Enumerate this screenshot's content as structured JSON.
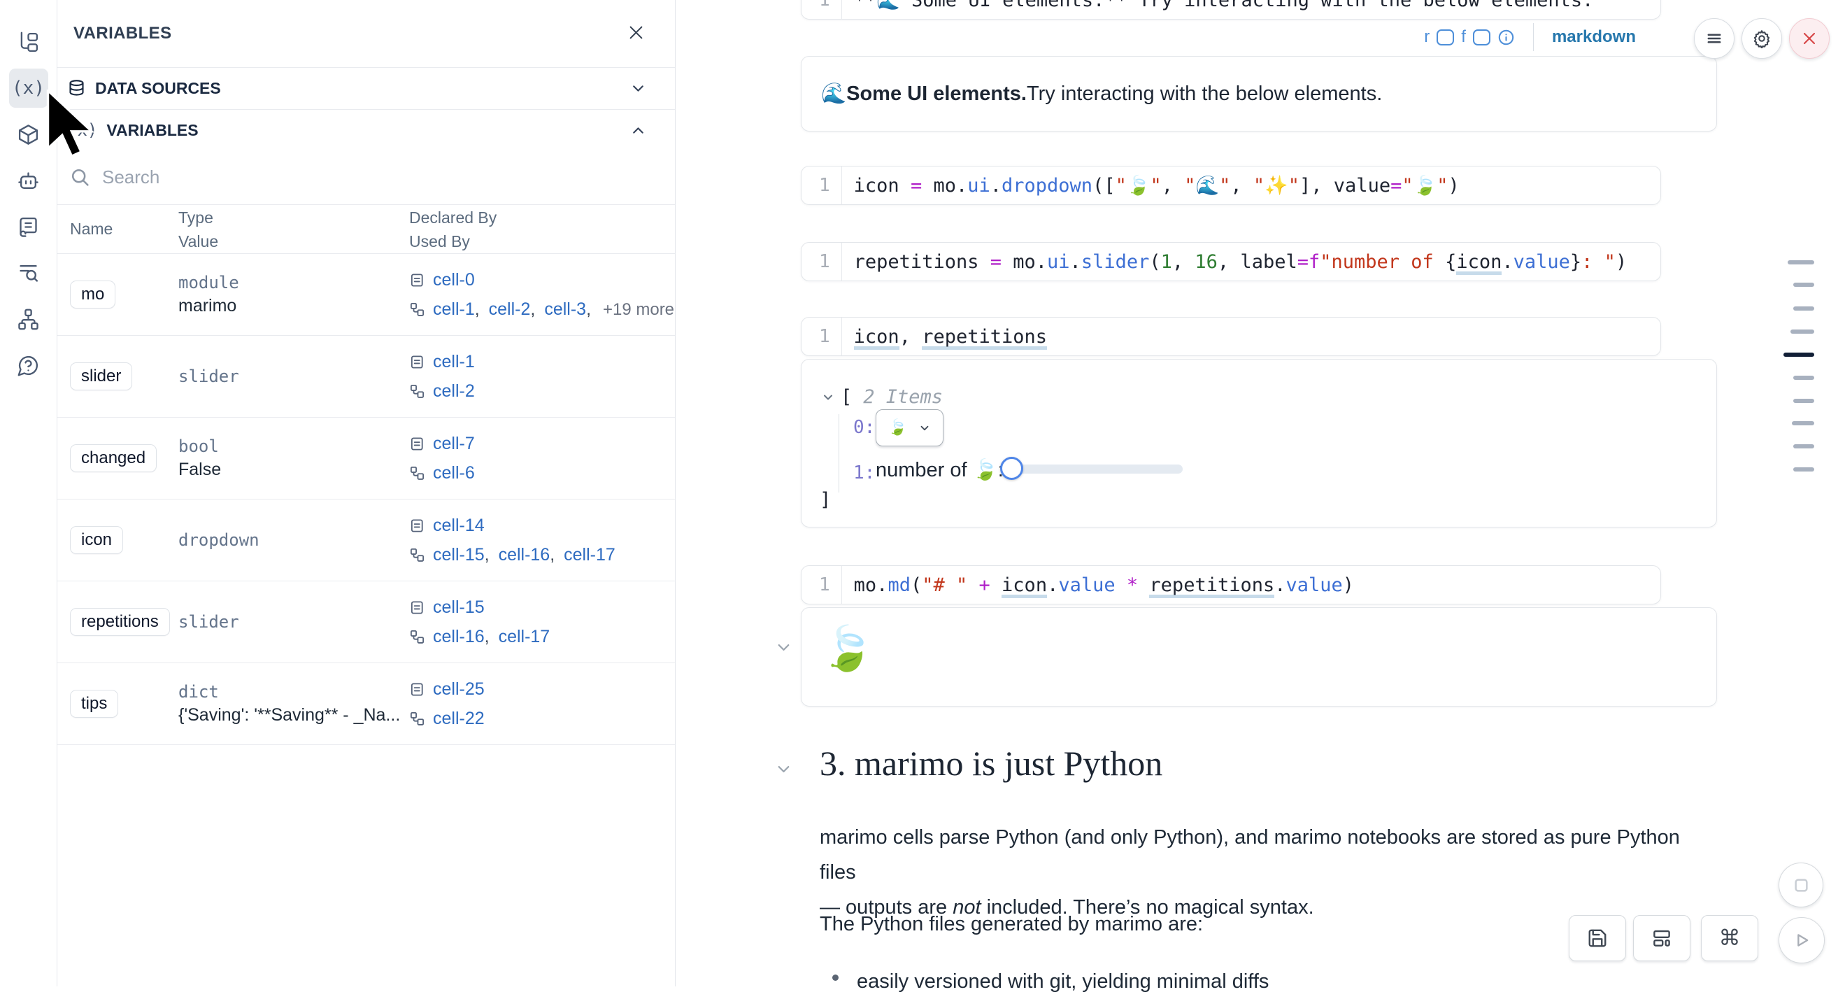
{
  "colors": {
    "link_blue": "#2e6bc0",
    "markdown_label_blue": "#2778ad",
    "accent_blue": "#4e8fd9",
    "danger_red": "#d64545",
    "code_operator": "#b01fc8",
    "code_function": "#3d6fd4",
    "code_string": "#c2371c",
    "code_number": "#2f7d32"
  },
  "sidebar": {
    "icons": [
      "file-tree",
      "variables",
      "package",
      "ai-chat",
      "snippets",
      "search-logs",
      "dependency-graph",
      "help"
    ],
    "active_icon": "variables",
    "variables_glyph": "(x)"
  },
  "panel": {
    "title": "VARIABLES",
    "sections": [
      {
        "label": "DATA SOURCES",
        "state": "collapsed"
      },
      {
        "label": "VARIABLES",
        "state": "expanded"
      }
    ],
    "search_placeholder": "Search",
    "table": {
      "headers": {
        "name": "Name",
        "type": "Type",
        "value": "Value",
        "declared": "Declared By",
        "used": "Used By"
      },
      "rows": [
        {
          "name": "mo",
          "type": "module",
          "value": "marimo",
          "declared": [
            "cell-0"
          ],
          "used": [
            "cell-1",
            "cell-2",
            "cell-3"
          ],
          "used_more": "+19 more"
        },
        {
          "name": "slider",
          "type": "slider",
          "value": "",
          "declared": [
            "cell-1"
          ],
          "used": [
            "cell-2"
          ]
        },
        {
          "name": "changed",
          "type": "bool",
          "value": "False",
          "declared": [
            "cell-7"
          ],
          "used": [
            "cell-6"
          ]
        },
        {
          "name": "icon",
          "type": "dropdown",
          "value": "",
          "declared": [
            "cell-14"
          ],
          "used": [
            "cell-15",
            "cell-16",
            "cell-17"
          ]
        },
        {
          "name": "repetitions",
          "type": "slider",
          "value": "",
          "declared": [
            "cell-15"
          ],
          "used": [
            "cell-16",
            "cell-17"
          ]
        },
        {
          "name": "tips",
          "type": "dict",
          "value": "{'Saving': '**Saving** - _Na...",
          "declared": [
            "cell-25"
          ],
          "used": [
            "cell-22"
          ]
        }
      ]
    }
  },
  "notebook": {
    "top_cell": {
      "line_no": "1",
      "tokens": [
        {
          "t": "**🌊 Some UI elements.** Try interacting with the below elements.",
          "c": "v"
        }
      ],
      "footer": {
        "r": "r",
        "f": "f",
        "language": "markdown"
      }
    },
    "markdown_output": {
      "emoji": "🌊 ",
      "bold": "Some UI elements.",
      "rest": " Try interacting with the below elements."
    },
    "code_cells": [
      {
        "line_no": "1",
        "tokens": [
          {
            "t": "icon ",
            "c": "v"
          },
          {
            "t": "=",
            "c": "op"
          },
          {
            "t": " mo.",
            "c": "v"
          },
          {
            "t": "ui",
            "c": "fn"
          },
          {
            "t": ".",
            "c": "v"
          },
          {
            "t": "dropdown",
            "c": "fn"
          },
          {
            "t": "([",
            "c": "v"
          },
          {
            "t": "\"🍃\"",
            "c": "str"
          },
          {
            "t": ", ",
            "c": "v"
          },
          {
            "t": "\"🌊\"",
            "c": "str"
          },
          {
            "t": ", ",
            "c": "v"
          },
          {
            "t": "\"✨\"",
            "c": "str"
          },
          {
            "t": "], value",
            "c": "v"
          },
          {
            "t": "=",
            "c": "op"
          },
          {
            "t": "\"🍃\"",
            "c": "str"
          },
          {
            "t": ")",
            "c": "v"
          }
        ]
      },
      {
        "line_no": "1",
        "tokens": [
          {
            "t": "repetitions ",
            "c": "v"
          },
          {
            "t": "=",
            "c": "op"
          },
          {
            "t": " mo.",
            "c": "v"
          },
          {
            "t": "ui",
            "c": "fn"
          },
          {
            "t": ".",
            "c": "v"
          },
          {
            "t": "slider",
            "c": "fn"
          },
          {
            "t": "(",
            "c": "v"
          },
          {
            "t": "1",
            "c": "num"
          },
          {
            "t": ", ",
            "c": "v"
          },
          {
            "t": "16",
            "c": "num"
          },
          {
            "t": ", label",
            "c": "v"
          },
          {
            "t": "=",
            "c": "op"
          },
          {
            "t": "f",
            "c": "op"
          },
          {
            "t": "\"number of ",
            "c": "str"
          },
          {
            "t": "{",
            "c": "v"
          },
          {
            "t": "icon",
            "c": "und"
          },
          {
            "t": ".",
            "c": "v"
          },
          {
            "t": "value",
            "c": "fn"
          },
          {
            "t": "}",
            "c": "v"
          },
          {
            "t": ": \"",
            "c": "str"
          },
          {
            "t": ")",
            "c": "v"
          }
        ]
      },
      {
        "line_no": "1",
        "tokens": [
          {
            "t": "icon",
            "c": "und"
          },
          {
            "t": ", ",
            "c": "v"
          },
          {
            "t": "repetitions",
            "c": "und"
          }
        ]
      },
      {
        "line_no": "1",
        "tokens": [
          {
            "t": "mo.",
            "c": "v"
          },
          {
            "t": "md",
            "c": "fn"
          },
          {
            "t": "(",
            "c": "v"
          },
          {
            "t": "\"# \"",
            "c": "str"
          },
          {
            "t": " ",
            "c": "v"
          },
          {
            "t": "+",
            "c": "op"
          },
          {
            "t": " ",
            "c": "v"
          },
          {
            "t": "icon",
            "c": "und"
          },
          {
            "t": ".",
            "c": "v"
          },
          {
            "t": "value",
            "c": "fn"
          },
          {
            "t": " ",
            "c": "v"
          },
          {
            "t": "*",
            "c": "op"
          },
          {
            "t": " ",
            "c": "v"
          },
          {
            "t": "repetitions",
            "c": "und"
          },
          {
            "t": ".",
            "c": "v"
          },
          {
            "t": "value",
            "c": "fn"
          },
          {
            "t": ")",
            "c": "v"
          }
        ]
      }
    ],
    "tree_output": {
      "open_bracket": "[",
      "items_label": "2 Items",
      "index0": "0:",
      "dropdown_value": "🍃",
      "index1": "1:",
      "slider_label": "number of 🍃: ",
      "close_bracket": "]"
    },
    "emoji_output": "🍃",
    "section": {
      "heading": "3. marimo is just Python",
      "para1_line1": "marimo cells parse Python (and only Python), and marimo notebooks are stored as pure Python files",
      "para1_line2_pre": "— outputs are ",
      "para1_line2_italic": "not",
      "para1_line2_post": " included. There’s no magical syntax.",
      "para2": "The Python files generated by marimo are:",
      "bullet1": "easily versioned with git, yielding minimal diffs"
    }
  },
  "minimap": {
    "dashes": [
      {
        "w": 38,
        "active": false
      },
      {
        "w": 30,
        "active": false
      },
      {
        "w": 30,
        "active": false
      },
      {
        "w": 34,
        "active": false
      },
      {
        "w": 44,
        "active": true
      },
      {
        "w": 30,
        "active": false
      },
      {
        "w": 30,
        "active": false
      },
      {
        "w": 32,
        "active": false
      },
      {
        "w": 30,
        "active": false
      },
      {
        "w": 30,
        "active": false
      }
    ]
  }
}
